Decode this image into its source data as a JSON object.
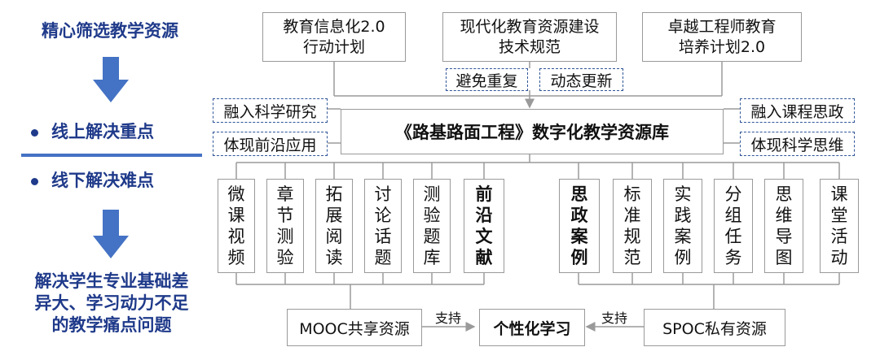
{
  "left_panel": {
    "title": "精心筛选教学资源",
    "bullet_online": "线上解决重点",
    "bullet_offline": "线下解决难点",
    "conclusion_lines": [
      "解决学生专业基础差",
      "异大、学习动力不足",
      "的教学痛点问题"
    ],
    "accent_color": "#1f3a8a",
    "arrow_color": "#4472c4"
  },
  "top_sources": [
    {
      "line1": "教育信息化2.0",
      "line2": "行动计划"
    },
    {
      "line1": "现代化教育资源建设",
      "line2": "技术规范"
    },
    {
      "line1": "卓越工程师教育",
      "line2": "培养计划2.0"
    }
  ],
  "principles": [
    "避免重复",
    "动态更新"
  ],
  "left_tags": [
    "融入科学研究",
    "体现前沿应用"
  ],
  "right_tags": [
    "融入课程思政",
    "体现科学思维"
  ],
  "core_library": "《路基路面工程》数字化教学资源库",
  "left_resources": [
    {
      "text": "微课视频",
      "bold": false
    },
    {
      "text": "章节测验",
      "bold": false
    },
    {
      "text": "拓展阅读",
      "bold": false
    },
    {
      "text": "讨论话题",
      "bold": false
    },
    {
      "text": "测验题库",
      "bold": false
    },
    {
      "text": "前沿文献",
      "bold": true
    }
  ],
  "right_resources": [
    {
      "text": "思政案例",
      "bold": true
    },
    {
      "text": "标准规范",
      "bold": false
    },
    {
      "text": "实践案例",
      "bold": false
    },
    {
      "text": "分组任务",
      "bold": false
    },
    {
      "text": "思维导图",
      "bold": false
    },
    {
      "text": "课堂活动",
      "bold": false
    }
  ],
  "bottom": {
    "mooc": "MOOC共享资源",
    "spoc": "SPOC私有资源",
    "center": "个性化学习",
    "support_left": "支持",
    "support_right": "支持"
  },
  "colors": {
    "line": "#9a9a9a",
    "dash_border": "#2f5597",
    "divider": "#4472c4"
  }
}
